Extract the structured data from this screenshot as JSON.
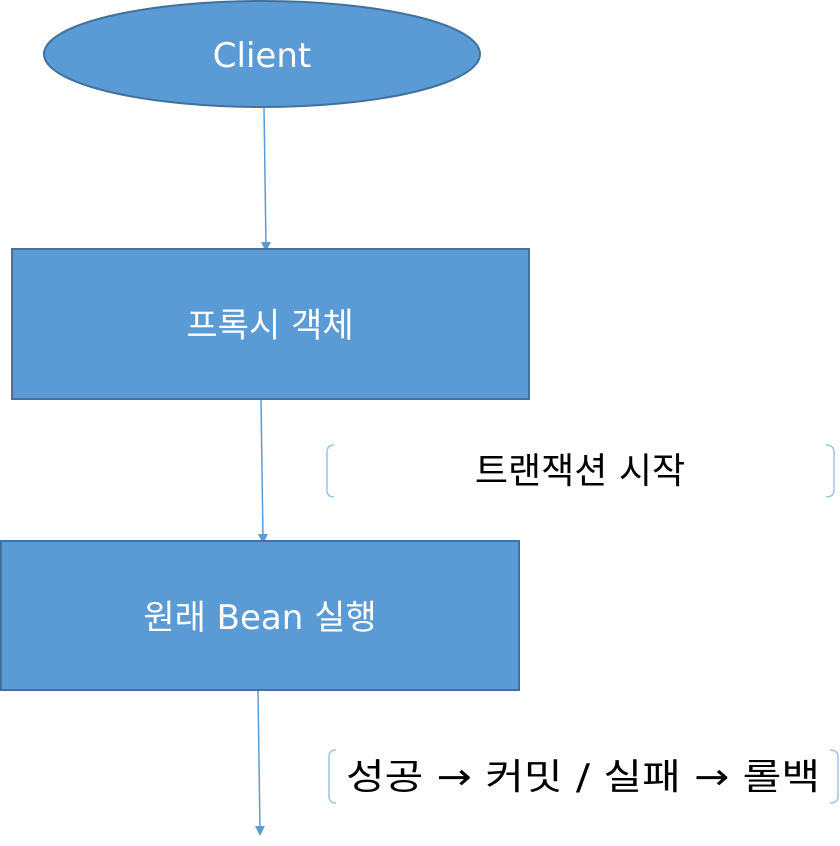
{
  "nodes": {
    "client": "Client",
    "proxy": "프록시 객체",
    "bean": "원래 Bean 실행"
  },
  "annotations": {
    "transaction_start": "트랜잭션 시작",
    "commit_rollback": "성공 → 커밋 / 실패 → 롤백"
  },
  "colors": {
    "node_fill": "#5B9BD5",
    "node_stroke": "#41719C",
    "arrow": "#5B9BD5",
    "bracket": "#9DC3E6"
  }
}
